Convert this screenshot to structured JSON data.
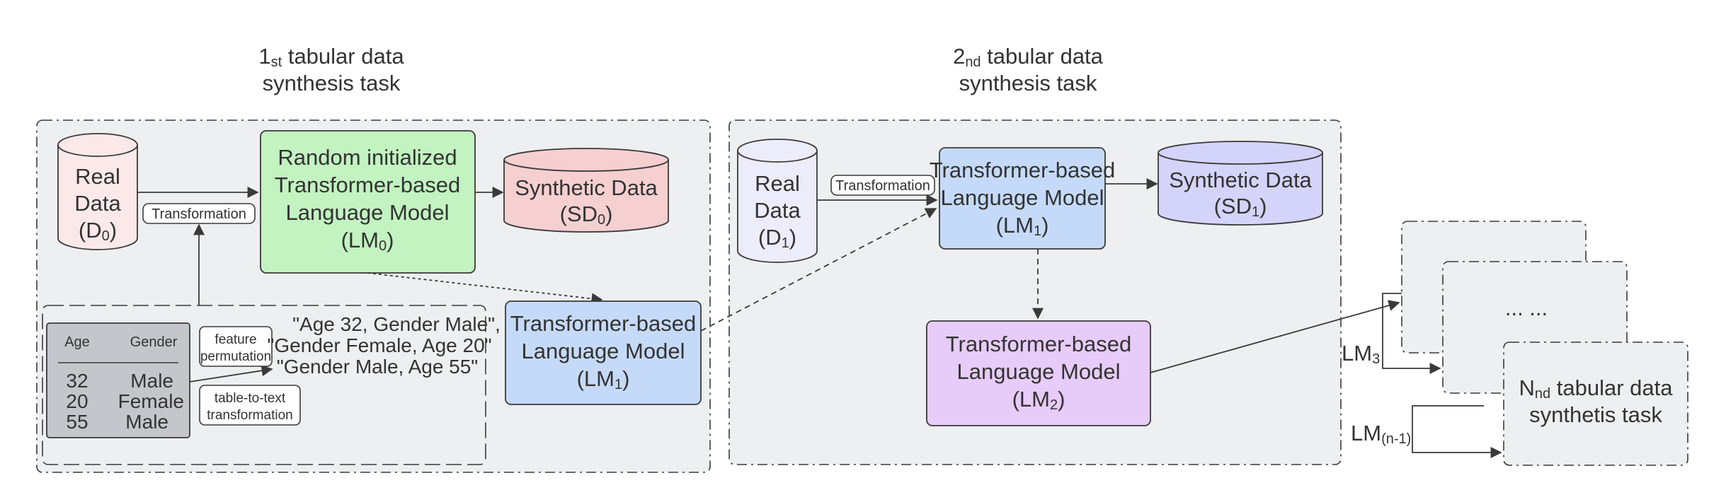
{
  "diagram": {
    "task1": {
      "title_pre": "1",
      "title_sup": "st",
      "title_post": " tabular data",
      "title_line2": "synthesis task"
    },
    "task2": {
      "title_pre": "2",
      "title_sup": "nd",
      "title_post": " tabular data",
      "title_line2": "synthesis task"
    },
    "real_data_0": {
      "line1": "Real",
      "line2": "Data",
      "line3_pre": "(D",
      "line3_sub": "0",
      "line3_post": ")"
    },
    "real_data_1": {
      "line1": "Real",
      "line2": "Data",
      "line3_pre": "(D",
      "line3_sub": "1",
      "line3_post": ")"
    },
    "transformation_label": "Transformation",
    "lm0": {
      "line1": "Random initialized",
      "line2": "Transformer-based",
      "line3": "Language Model",
      "line4_pre": "(LM",
      "line4_sub": "0",
      "line4_post": ")"
    },
    "synthetic_0": {
      "line1": "Synthetic Data",
      "line2_pre": "(SD",
      "line2_sub": "0",
      "line2_post": ")"
    },
    "synthetic_1": {
      "line1": "Synthetic Data",
      "line2_pre": "(SD",
      "line2_sub": "1",
      "line2_post": ")"
    },
    "lm1_task1": {
      "line1": "Transformer-based",
      "line2": "Language Model",
      "line3_pre": "(LM",
      "line3_sub": "1",
      "line3_post": ")"
    },
    "lm1_task2": {
      "line1": "Transformer-based",
      "line2": "Language Model",
      "line3_pre": "(LM",
      "line3_sub": "1",
      "line3_post": ")"
    },
    "lm2": {
      "line1": "Transformer-based",
      "line2": "Language Model",
      "line3_pre": "(LM",
      "line3_sub": "2",
      "line3_post": ")"
    },
    "table": {
      "headers": [
        "Age",
        "Gender"
      ],
      "rows": [
        [
          "32",
          "Male"
        ],
        [
          "20",
          "Female"
        ],
        [
          "55",
          "Male"
        ]
      ]
    },
    "feature_permutation": {
      "line1": "feature",
      "line2": "permutation"
    },
    "table_to_text": {
      "line1": "table-to-text",
      "line2": "transformation"
    },
    "sentences": [
      "\"Age 32, Gender Male\",",
      "\"Gender Female, Age 20\"",
      "\"Gender Male, Age 55\""
    ],
    "ellipsis": "... ...",
    "nth_task": {
      "line1_pre": "N",
      "line1_sup": "nd",
      "line1_post": " tabular data",
      "line2": "synthetis task"
    },
    "lm3": {
      "pre": "LM",
      "sub": "3"
    },
    "lm_n1": {
      "pre": "LM",
      "sub": "(n-1)"
    },
    "colors": {
      "panel": "#eeeff0",
      "real_data_fill": "#fbe9ea",
      "real_data_1_fill": "#ececfa",
      "lm0_fill": "#c2f3c0",
      "synthetic0_fill": "#f6cfd0",
      "synthetic1_fill": "#d4d3fa",
      "lm1_fill": "#c5daf8",
      "lm2_fill": "#e7cbf8",
      "table_fill": "#c4c6cb",
      "stroke": "#3a3a3a"
    }
  }
}
